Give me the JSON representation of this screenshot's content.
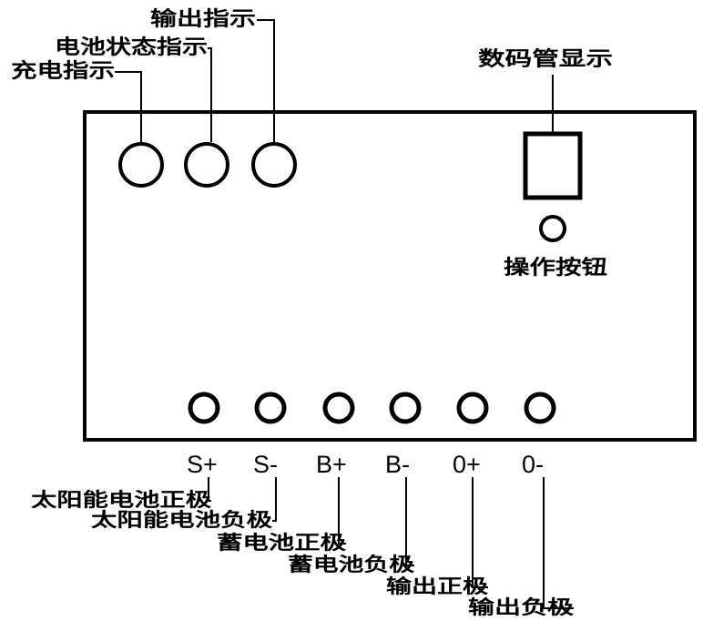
{
  "indicators": {
    "charge": "充电指示",
    "battery_status": "电池状态指示",
    "output": "输出指示"
  },
  "display_label": "数码管显示",
  "button_label": "操作按钮",
  "terminals": [
    {
      "symbol": "S+",
      "desc": "太阳能电池正极"
    },
    {
      "symbol": "S-",
      "desc": "太阳能电池负极"
    },
    {
      "symbol": "B+",
      "desc": "蓄电池正极"
    },
    {
      "symbol": "B-",
      "desc": "蓄电池负极"
    },
    {
      "symbol": "0+",
      "desc": "输出正极"
    },
    {
      "symbol": "0-",
      "desc": "输出负极"
    }
  ]
}
